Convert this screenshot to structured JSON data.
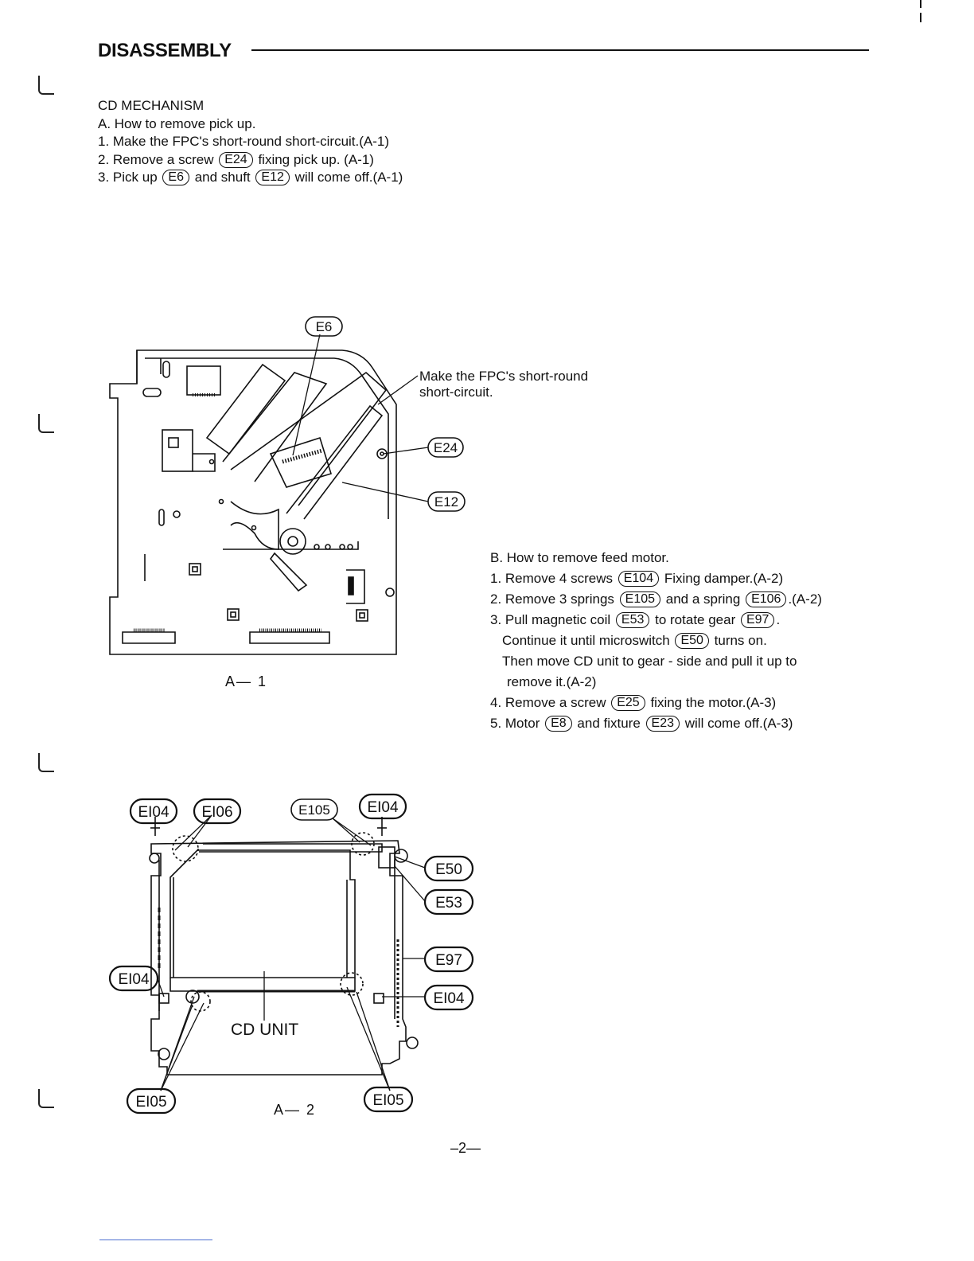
{
  "header": {
    "title": "DISASSEMBLY"
  },
  "section_a": {
    "heading": "CD MECHANISM",
    "subheading": "A. How to remove pick up.",
    "step1": "1. Make the FPC's short-round short-circuit.(A-1)",
    "step2": {
      "pre": "2. Remove a screw",
      "c1": "E24",
      "post": "fixing pick up. (A-1)"
    },
    "step3": {
      "pre": "3. Pick up",
      "c1": "E6",
      "mid": "and shuft",
      "c2": "E12",
      "post": "will come off.(A-1)"
    }
  },
  "figure_a1": {
    "caption": "A— 1",
    "note_line1": "Make the FPC's short-round",
    "note_line2": "short-circuit.",
    "callouts": {
      "e6": "E6",
      "e24": "E24",
      "e12": "E12"
    }
  },
  "section_b": {
    "subheading": "B. How to remove feed motor.",
    "step1": {
      "pre": "1. Remove 4 screws",
      "c1": "E104",
      "post": "Fixing damper.(A-2)"
    },
    "step2": {
      "pre": "2. Remove 3 springs",
      "c1": "E105",
      "mid": "and a spring",
      "c2": "E106",
      "post": ".(A-2)"
    },
    "step3": {
      "pre": "3. Pull magnetic coil",
      "c1": "E53",
      "mid": "to rotate gear",
      "c2": "E97",
      "post": "."
    },
    "step3b": {
      "pre": "Continue it until microswitch",
      "c1": "E50",
      "post": "turns on."
    },
    "step3c": "Then move CD unit to gear - side and pull it up to",
    "step3d": "remove it.(A-2)",
    "step4": {
      "pre": "4. Remove a screw",
      "c1": "E25",
      "post": "fixing the motor.(A-3)"
    },
    "step5": {
      "pre": "5. Motor",
      "c1": "E8",
      "mid": "and fixture",
      "c2": "E23",
      "post": "will come off.(A-3)"
    }
  },
  "figure_a2": {
    "caption": "A— 2",
    "unit_label": "CD UNIT",
    "callouts": {
      "e104_top_left": "EI04",
      "e106": "EI06",
      "e105_top": "E105",
      "e104_top_right": "EI04",
      "e50": "E50",
      "e53": "E53",
      "e97": "E97",
      "e104_right": "EI04",
      "e104_left": "EI04",
      "e105_bottom_left": "EI05",
      "e105_bottom_right": "EI05"
    }
  },
  "footer": {
    "page_number": "–2—"
  }
}
